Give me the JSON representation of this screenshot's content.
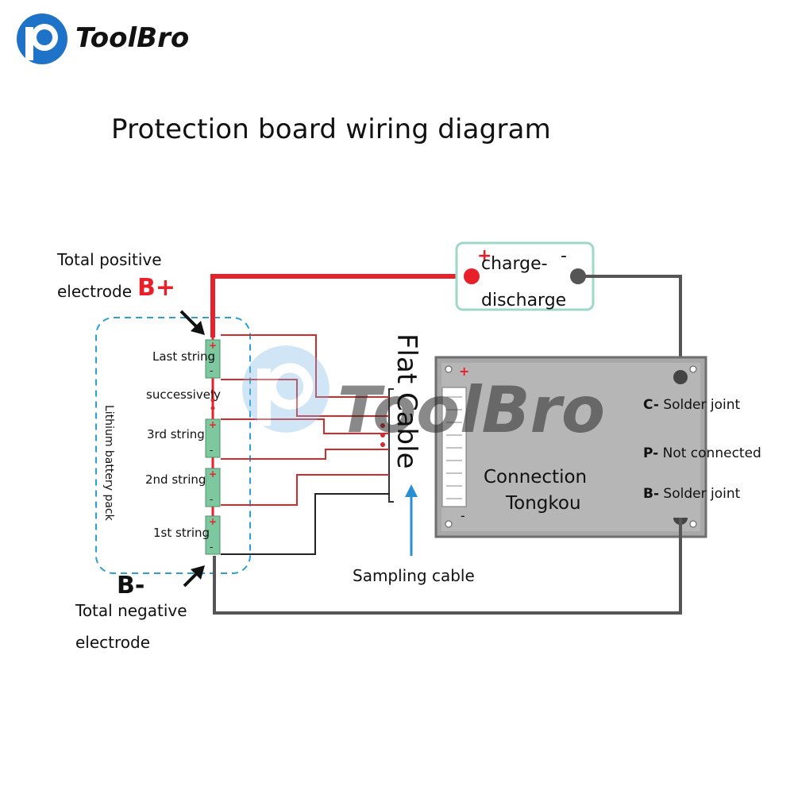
{
  "brand": {
    "name": "ToolBro"
  },
  "title": "Protection board wiring diagram",
  "labels": {
    "total_positive_line1": "Total positive",
    "total_positive_line2": "electrode",
    "b_plus": "B+",
    "b_minus": "B-",
    "total_negative_line1": "Total negative",
    "total_negative_line2": "electrode",
    "pack": "Lithium battery pack",
    "cells": [
      "Last string",
      "successively",
      "3rd string",
      "2nd string",
      "1st string"
    ],
    "flat_cable": "Flat Cable",
    "sampling_cable": "Sampling cable",
    "charge_line1": "charge-",
    "charge_line2": "discharge",
    "board_line1": "Connection",
    "board_line2": "Tongkou",
    "pins": [
      {
        "code": "C-",
        "desc": "Solder joint"
      },
      {
        "code": "P-",
        "desc": "Not connected"
      },
      {
        "code": "B-",
        "desc": "Solder joint"
      }
    ],
    "plus_sign": "+",
    "minus_sign": "-"
  },
  "watermark": "ToolBro",
  "colors": {
    "positive_wire": "#e8202a",
    "negative_wire": "#555555",
    "sample_red": "#d42a2a",
    "pack_border": "#2a9fd8",
    "charge_border": "#9fd8c8",
    "board_fill": "#a8a8a8",
    "cell_fill": "#7ec8a0",
    "arrow_blue": "#2a8fd0",
    "logo_blue": "#1e73c8"
  }
}
